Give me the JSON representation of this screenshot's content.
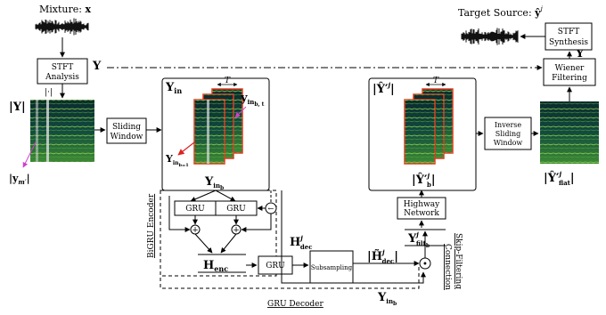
{
  "title_mixture": "Mixture: ",
  "symbol_x": "x",
  "target_label": "Target Source: ",
  "symbol_yhat_j": "ŷ",
  "sup_j": "j",
  "stft_analysis": [
    "STFT",
    "Analysis"
  ],
  "stft_synthesis": [
    "STFT",
    "Synthesis"
  ],
  "wiener": [
    "Wiener",
    "Filtering"
  ],
  "sliding_window": [
    "Sliding",
    "Window"
  ],
  "inverse_sliding": [
    "Inverse",
    "Sliding",
    "Window"
  ],
  "highway": [
    "Highway",
    "Network"
  ],
  "gru": "GRU",
  "subsampling": "Subsampling",
  "abs_op": "|·|",
  "sym_Y": "Y",
  "sym_Yhat": "Ŷ",
  "sym_absY": "|Y|",
  "sym_ym": "|y",
  "sym_Yin": "Y",
  "sub_in": "in",
  "sym_Yin_b": "Y",
  "sub_in_b": "in",
  "sub_b": "b",
  "sym_Yin_bt": "y",
  "sub_in_bt": "in",
  "sub_bt": "b, t",
  "sym_Yin_b1": "Y",
  "sub_in_b1": "in",
  "sub_b1": "b=1",
  "tau": "T",
  "sym_Ypj": "|Ŷ′",
  "sym_Ypj_b": "|Ŷ′",
  "sym_Ypj_flat": "|Ŷ′",
  "sub_flat": "flat",
  "sym_Ydec": "H",
  "sub_dec": "dec",
  "sym_Henc": "H",
  "sub_enc": "enc",
  "sym_Hdec_hat": "|H̃",
  "sym_Yfilt": "Y",
  "sub_filt": "filt",
  "sym_Yin_b_bottom": "Y",
  "label_bigru": "BiGRU Encoder",
  "label_grudec": "GRU Decoder",
  "label_skip": [
    "Skip-Filtering",
    "Connection"
  ],
  "plus": "+",
  "dot": "•",
  "arrow_left": "←",
  "colors": {
    "spectro_dark": "#0c2f33",
    "spectro_green": "#5fbf3a",
    "frame_red": "#e03a1e",
    "arrow_red": "#d22",
    "arrow_magenta": "#d040d0"
  }
}
